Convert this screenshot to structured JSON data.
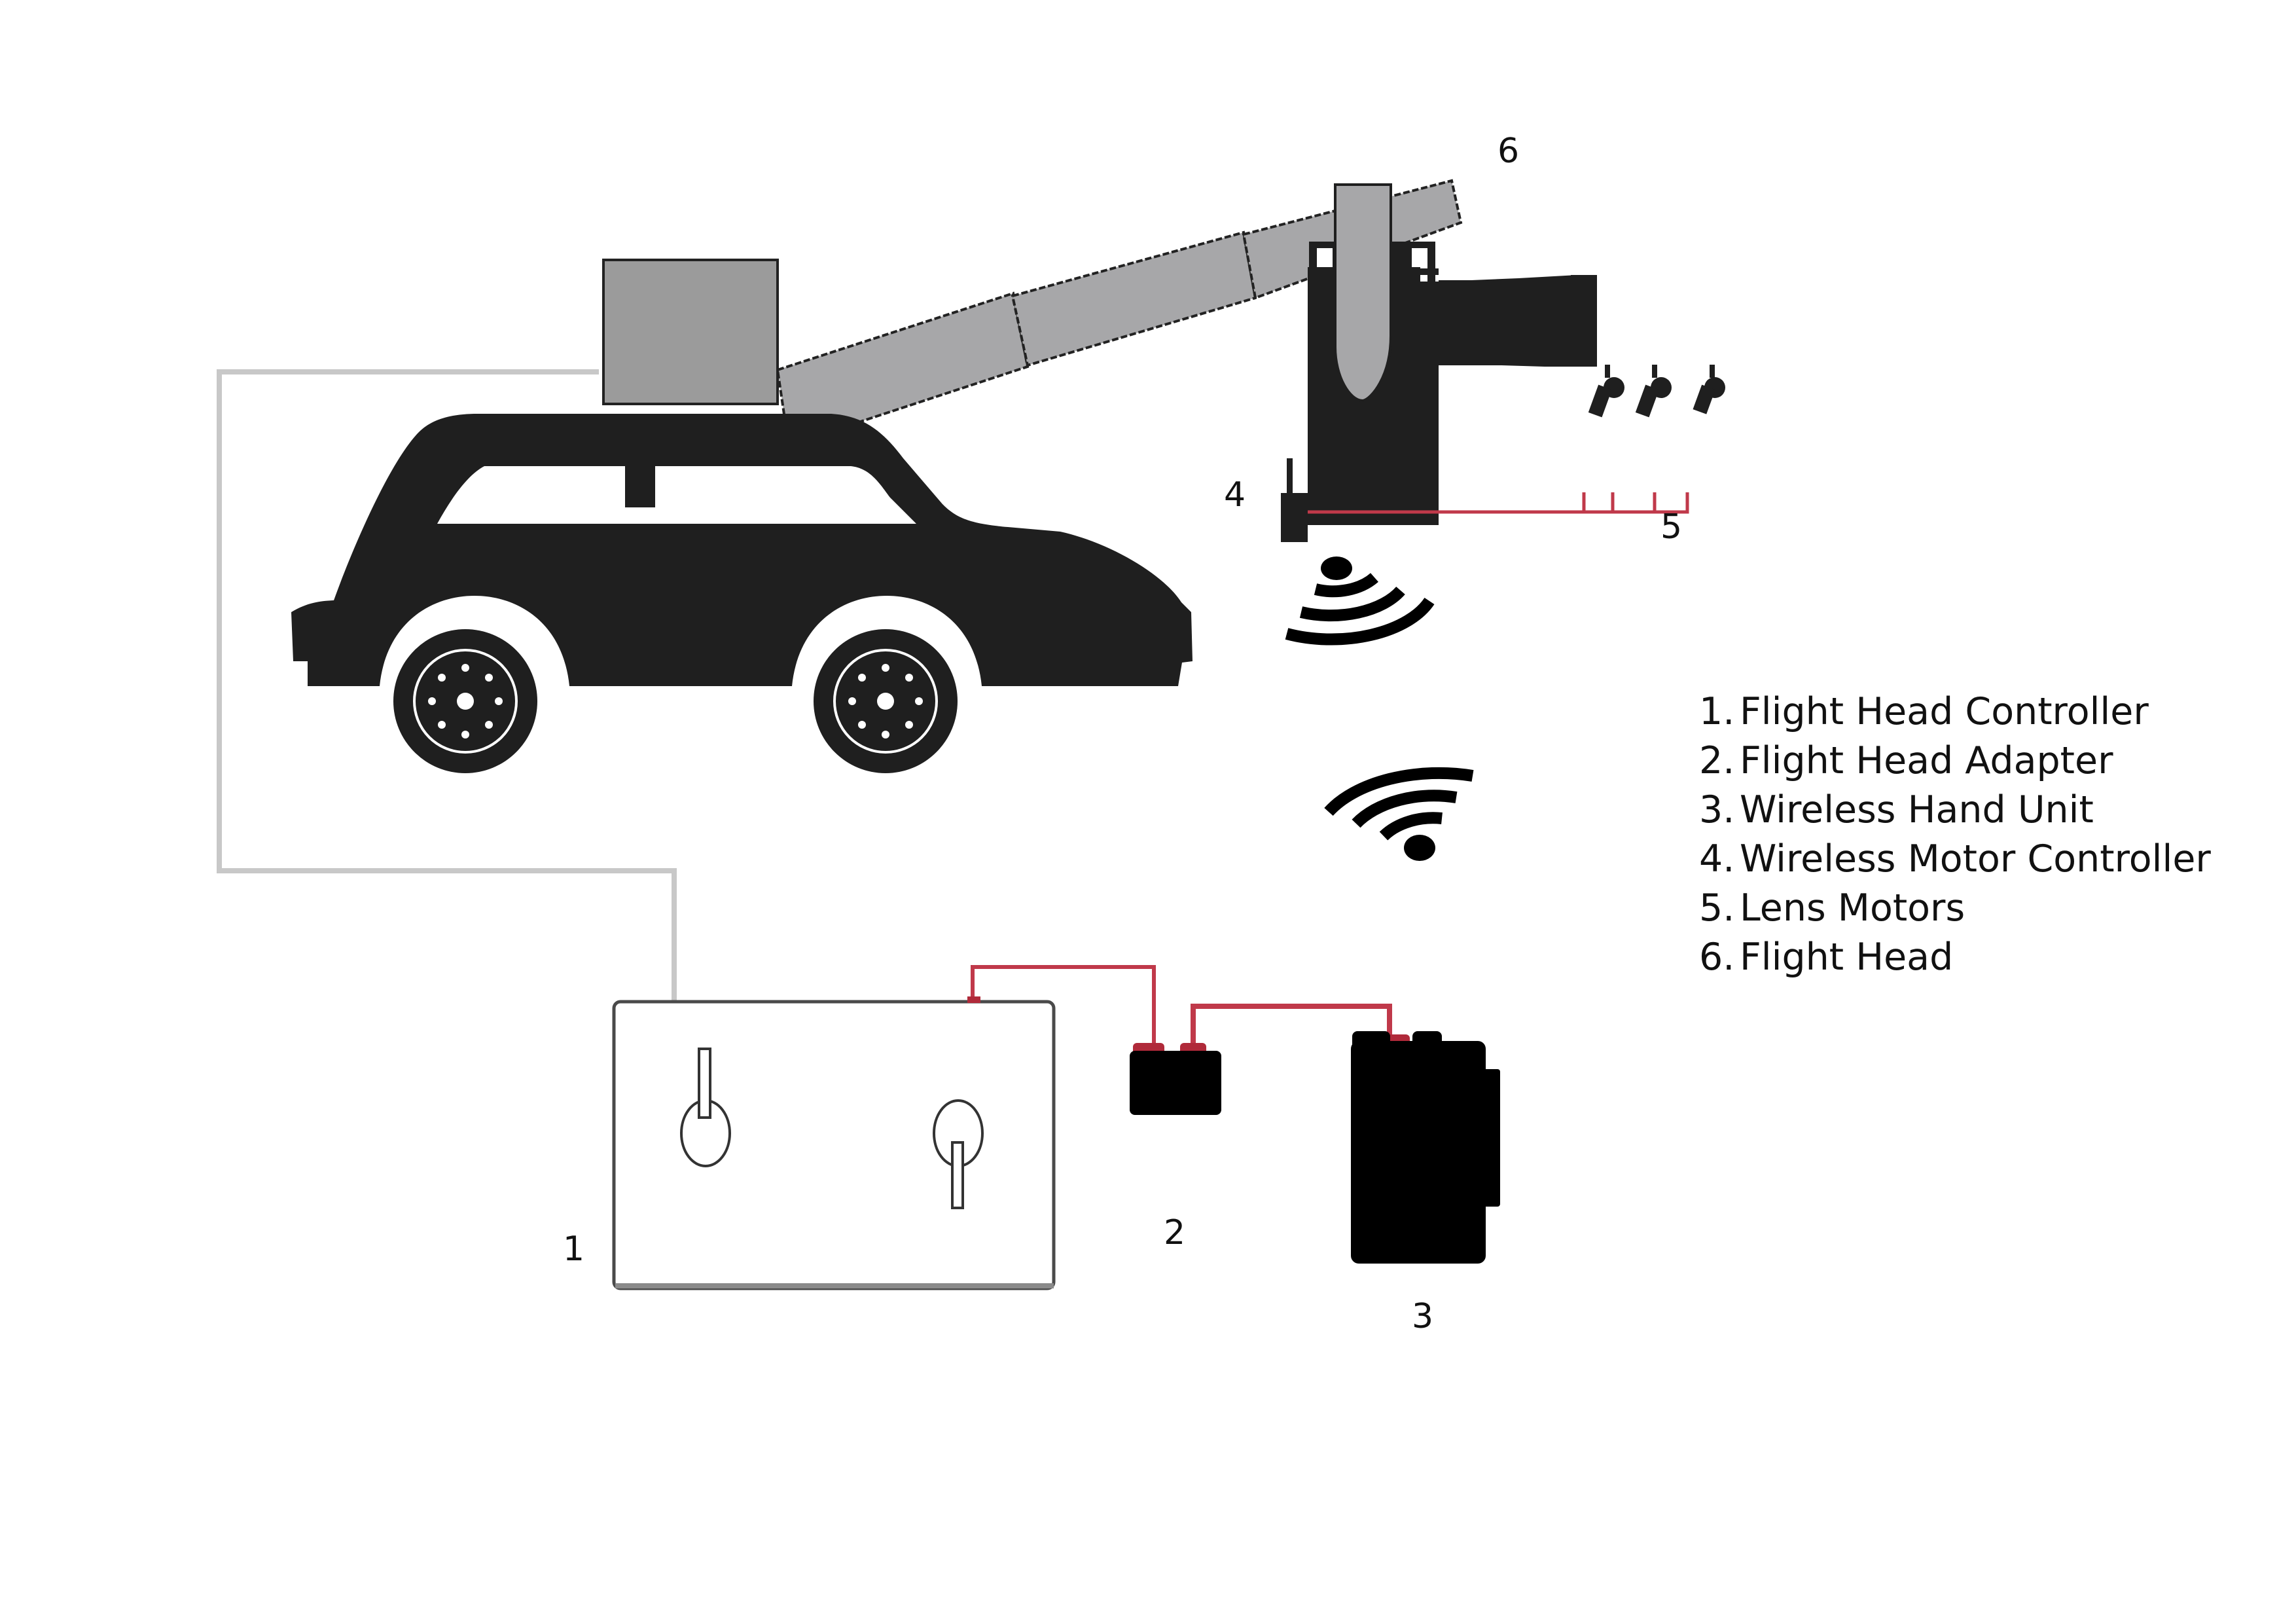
{
  "diagram": {
    "title": "Flight Head remote control system on camera car",
    "callouts": {
      "c1": "1",
      "c2": "2",
      "c3": "3",
      "c4": "4",
      "c5": "5",
      "c6": "6"
    },
    "legend": [
      {
        "index": "1.",
        "label": "Flight Head Controller"
      },
      {
        "index": "2.",
        "label": "Flight Head Adapter"
      },
      {
        "index": "3.",
        "label": "Wireless Hand Unit"
      },
      {
        "index": "4.",
        "label": "Wireless Motor Controller"
      },
      {
        "index": "5.",
        "label": "Lens Motors"
      },
      {
        "index": "6.",
        "label": "Flight Head"
      }
    ],
    "components": [
      {
        "id": "car",
        "icon": "car-icon"
      },
      {
        "id": "crane-arm",
        "icon": "crane-arm-icon"
      },
      {
        "id": "flight-head",
        "icon": "flight-head-icon"
      },
      {
        "id": "camera",
        "icon": "camera-icon"
      },
      {
        "id": "wireless-motor-controller",
        "icon": "antenna-box-icon"
      },
      {
        "id": "lens-motors",
        "icon": "motor-icon"
      },
      {
        "id": "flight-head-controller",
        "icon": "joystick-panel-icon"
      },
      {
        "id": "flight-head-adapter",
        "icon": "adapter-box-icon"
      },
      {
        "id": "wireless-hand-unit",
        "icon": "hand-unit-icon"
      },
      {
        "id": "signal-receive",
        "icon": "wireless-signal-icon"
      },
      {
        "id": "signal-transmit",
        "icon": "wifi-icon"
      }
    ],
    "colors": {
      "body": "#1f1f1f",
      "crane": "#a7a7a9",
      "crane_base": "#9b9b9b",
      "cable_red": "#c0394a",
      "cable_gray": "#c8c8c8",
      "connector": "#b02a3a"
    }
  }
}
